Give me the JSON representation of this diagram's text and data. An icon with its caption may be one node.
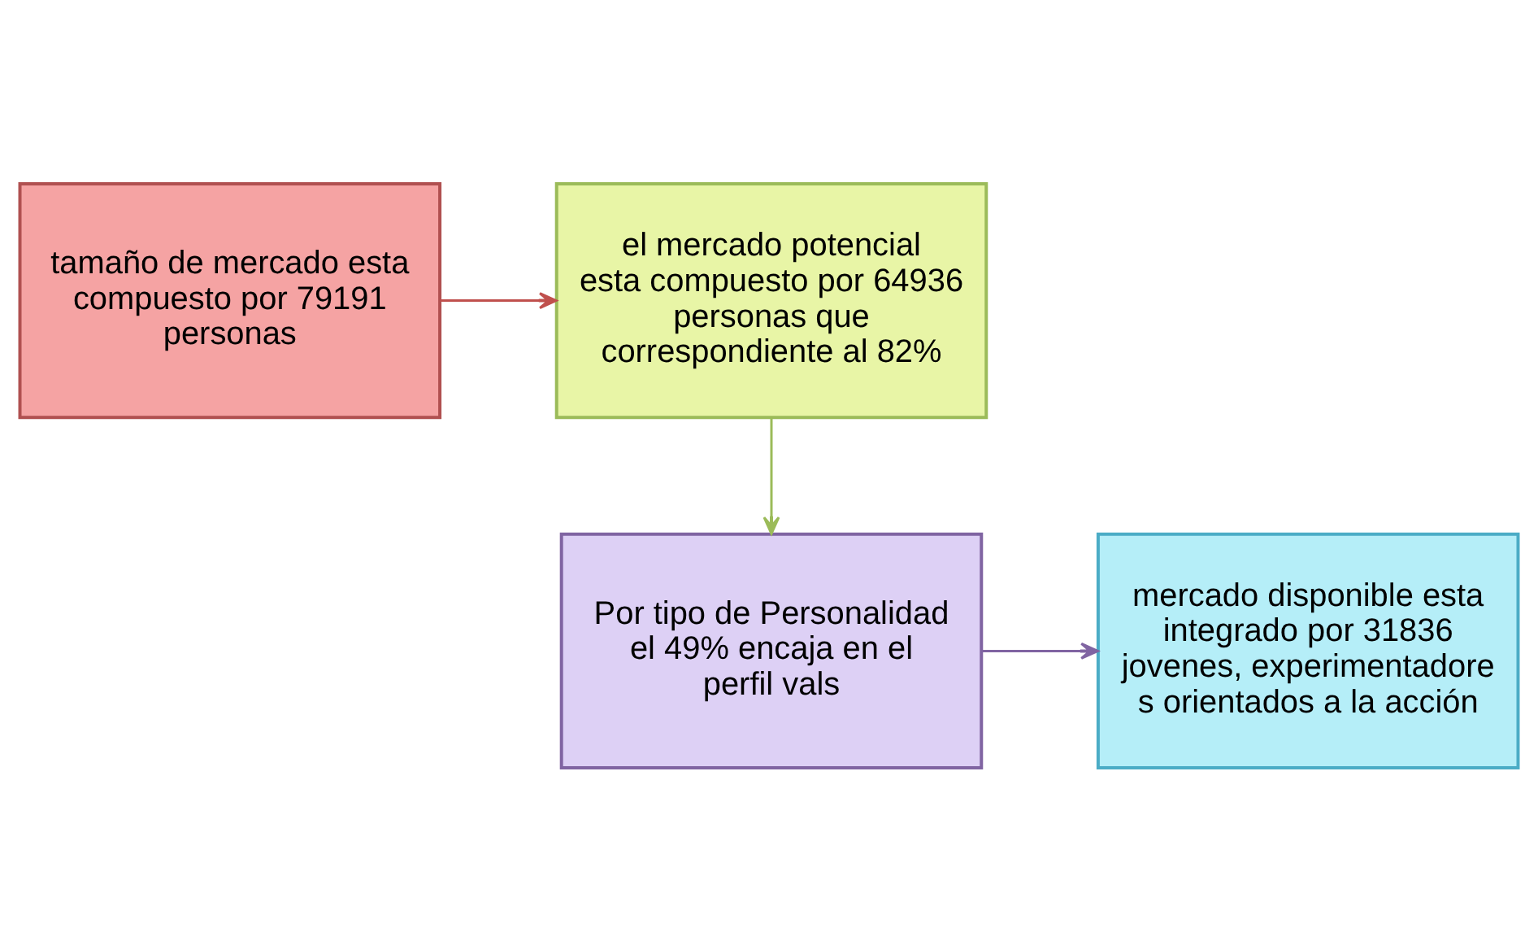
{
  "diagram": {
    "nodes": [
      {
        "text": [
          "tamaño de mercado esta compuesto por 79191 personas"
        ]
      },
      {
        "text": [
          "el mercado potencial esta compuesto por 64936 personas que correspondiente al 82%"
        ]
      },
      {
        "text": [
          "Por tipo de Personalidad el 49% encaja en el perfil vals"
        ]
      },
      {
        "text": [
          "mercado disponible esta integrado por 31836 jovenes, experimentadore s orientados a la acción"
        ]
      }
    ],
    "edges": [
      {
        "from": 0,
        "to": 1,
        "arrow": "to",
        "color": "#c0504d"
      },
      {
        "from": 1,
        "to": 2,
        "arrow": "to",
        "color": "#9bbb59"
      },
      {
        "from": 2,
        "to": 3,
        "arrow": "to",
        "color": "#8064a2"
      }
    ]
  }
}
